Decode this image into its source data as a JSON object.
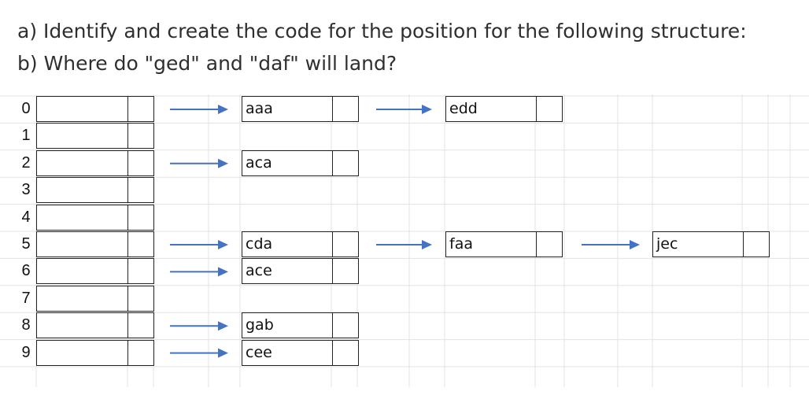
{
  "question": {
    "part_a": "a) Identify and create the code for the position for the following structure:",
    "part_b": "b) Where do \"ged\" and \"daf\" will land?"
  },
  "table": {
    "indices": [
      "0",
      "1",
      "2",
      "3",
      "4",
      "5",
      "6",
      "7",
      "8",
      "9"
    ]
  },
  "chains": [
    {
      "index": "0",
      "nodes": [
        "aaa",
        "edd"
      ]
    },
    {
      "index": "2",
      "nodes": [
        "aca"
      ]
    },
    {
      "index": "5",
      "nodes": [
        "cda",
        "faa",
        "jec"
      ]
    },
    {
      "index": "6",
      "nodes": [
        "ace"
      ]
    },
    {
      "index": "8",
      "nodes": [
        "gab"
      ]
    },
    {
      "index": "9",
      "nodes": [
        "cee"
      ]
    }
  ],
  "colors": {
    "arrow": "#4472c4",
    "border": "#222222",
    "gridline": "#e3e3e3"
  }
}
